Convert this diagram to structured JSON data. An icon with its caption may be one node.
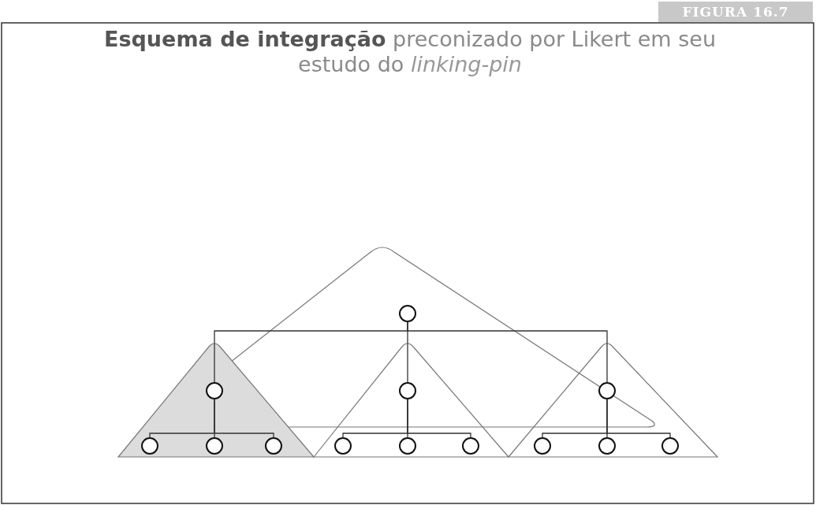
{
  "diagram": {
    "title": "**Esquema de integração** preconizado por Likert em seu estudo do *linking-pin*",
    "nodes": [
      {
        "text": [],
        "shape": "circle"
      },
      {
        "text": [],
        "shape": "circle"
      },
      {
        "text": [],
        "shape": "circle"
      },
      {
        "text": [],
        "shape": "circle"
      },
      {
        "text": [],
        "shape": "circle"
      },
      {
        "text": [],
        "shape": "circle"
      },
      {
        "text": [],
        "shape": "circle"
      },
      {
        "text": [],
        "shape": "circle"
      },
      {
        "text": [],
        "shape": "circle"
      },
      {
        "text": [],
        "shape": "circle"
      },
      {
        "text": [],
        "shape": "circle"
      },
      {
        "text": [],
        "shape": "circle"
      },
      {
        "text": [],
        "shape": "circle"
      }
    ],
    "edges": [
      {
        "from": 0,
        "to": 1,
        "arrow": "none"
      },
      {
        "from": 0,
        "to": 2,
        "arrow": "none"
      },
      {
        "from": 0,
        "to": 3,
        "arrow": "none"
      },
      {
        "from": 1,
        "to": 4,
        "arrow": "none"
      },
      {
        "from": 1,
        "to": 5,
        "arrow": "none"
      },
      {
        "from": 1,
        "to": 6,
        "arrow": "none"
      },
      {
        "from": 2,
        "to": 7,
        "arrow": "none"
      },
      {
        "from": 2,
        "to": 8,
        "arrow": "none"
      },
      {
        "from": 2,
        "to": 9,
        "arrow": "none"
      },
      {
        "from": 3,
        "to": 10,
        "arrow": "none"
      },
      {
        "from": 3,
        "to": 11,
        "arrow": "none"
      },
      {
        "from": 3,
        "to": 12,
        "arrow": "none"
      }
    ],
    "labels": [
      "FIGURA 16.7"
    ]
  }
}
